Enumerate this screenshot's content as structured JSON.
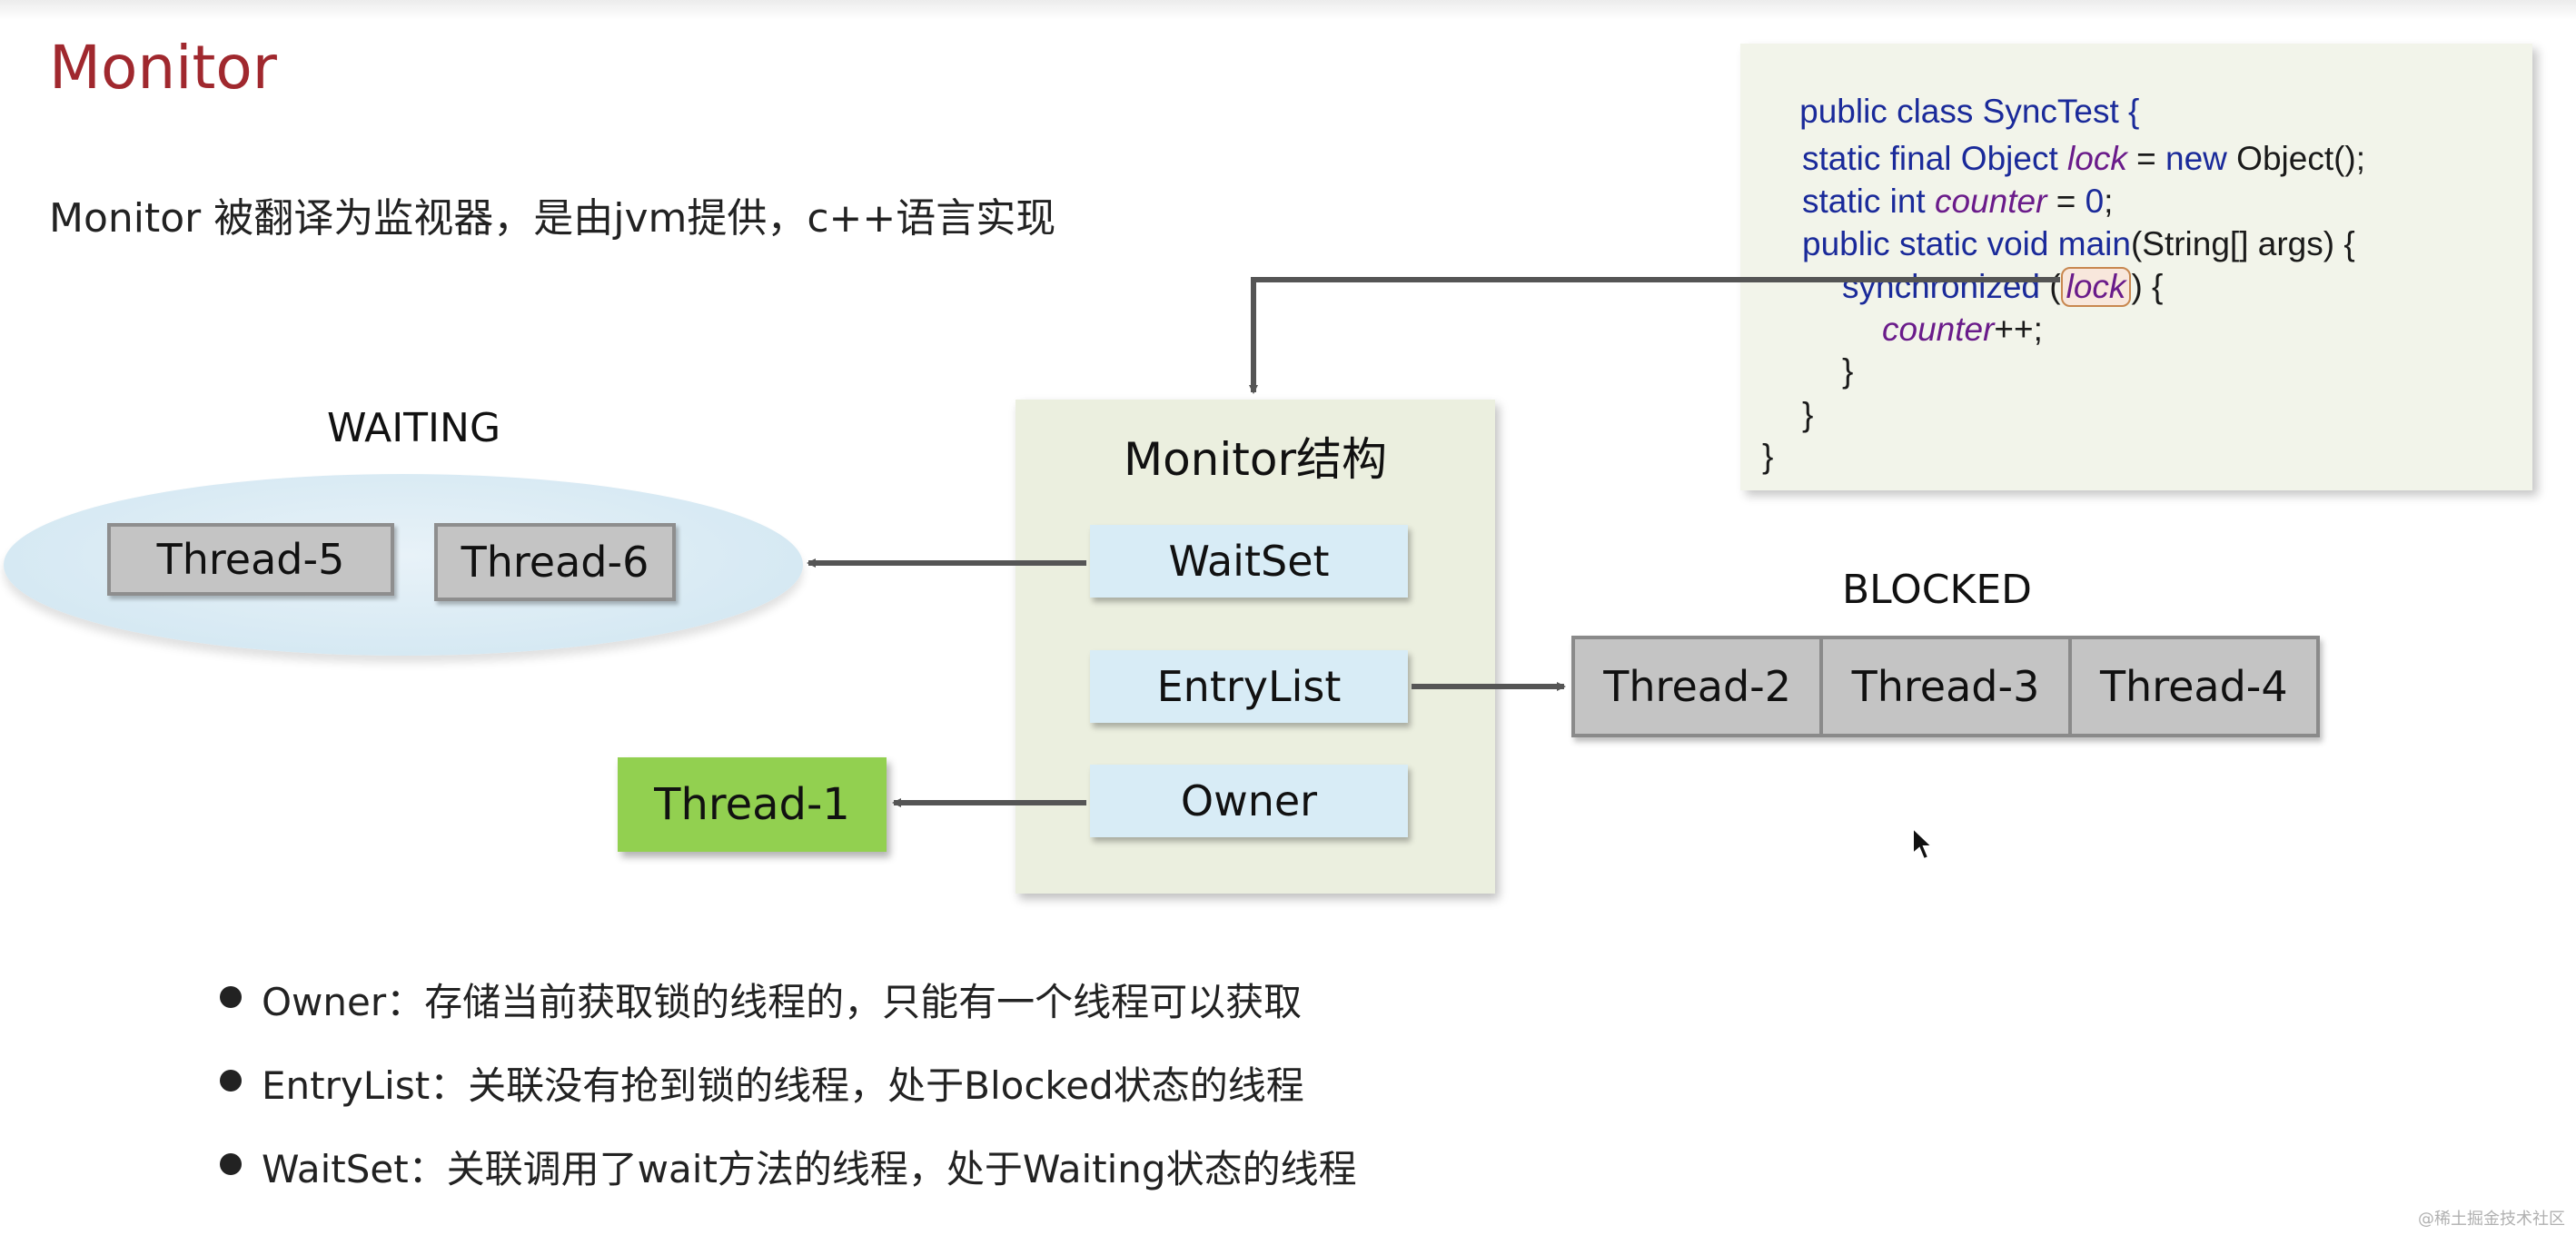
{
  "slide": {
    "title": "Monitor",
    "subtitle": "Monitor 被翻译为监视器，是由jvm提供，c++语言实现"
  },
  "code": {
    "line1": "public class SyncTest {",
    "line2_a": "static final Object ",
    "line2_var": "lock",
    "line2_b": " = ",
    "line2_kw": "new",
    "line2_c": " Object();",
    "line3_a": "static int ",
    "line3_var": "counter",
    "line3_b": " = ",
    "line3_num": "0",
    "line3_c": ";",
    "line4_a": "public static void ",
    "line4_kw": "main",
    "line4_b": "(String[] args) {",
    "line5_kw": "synchronized",
    "line5_a": " (",
    "line5_var": "lock",
    "line5_b": ") {",
    "line6_var": "counter",
    "line6_a": "++;",
    "line7": "}",
    "line8": "}",
    "line9": "}"
  },
  "diagram": {
    "waiting_label": "WAITING",
    "waiting_threads": [
      "Thread-5",
      "Thread-6"
    ],
    "monitor_title": "Monitor结构",
    "slots": {
      "waitset": "WaitSet",
      "entrylist": "EntryList",
      "owner": "Owner"
    },
    "owner_thread": "Thread-1",
    "blocked_label": "BLOCKED",
    "blocked_threads": [
      "Thread-2",
      "Thread-3",
      "Thread-4"
    ]
  },
  "bullets": [
    "Owner：存储当前获取锁的线程的，只能有一个线程可以获取",
    "EntryList：关联没有抢到锁的线程，处于Blocked状态的线程",
    "WaitSet：关联调用了wait方法的线程，处于Waiting状态的线程"
  ],
  "watermark": "@稀土掘金技术社区",
  "colors": {
    "title": "#a0282e",
    "owner_thread": "#92d050",
    "monitor_bg": "#ebefdf",
    "slot_bg": "#d8ecf6",
    "thread_box": "#c4c4c4",
    "code_panel": "#f2f4ea",
    "keyword": "#1a2a9a",
    "variable": "#6a1b8a"
  }
}
